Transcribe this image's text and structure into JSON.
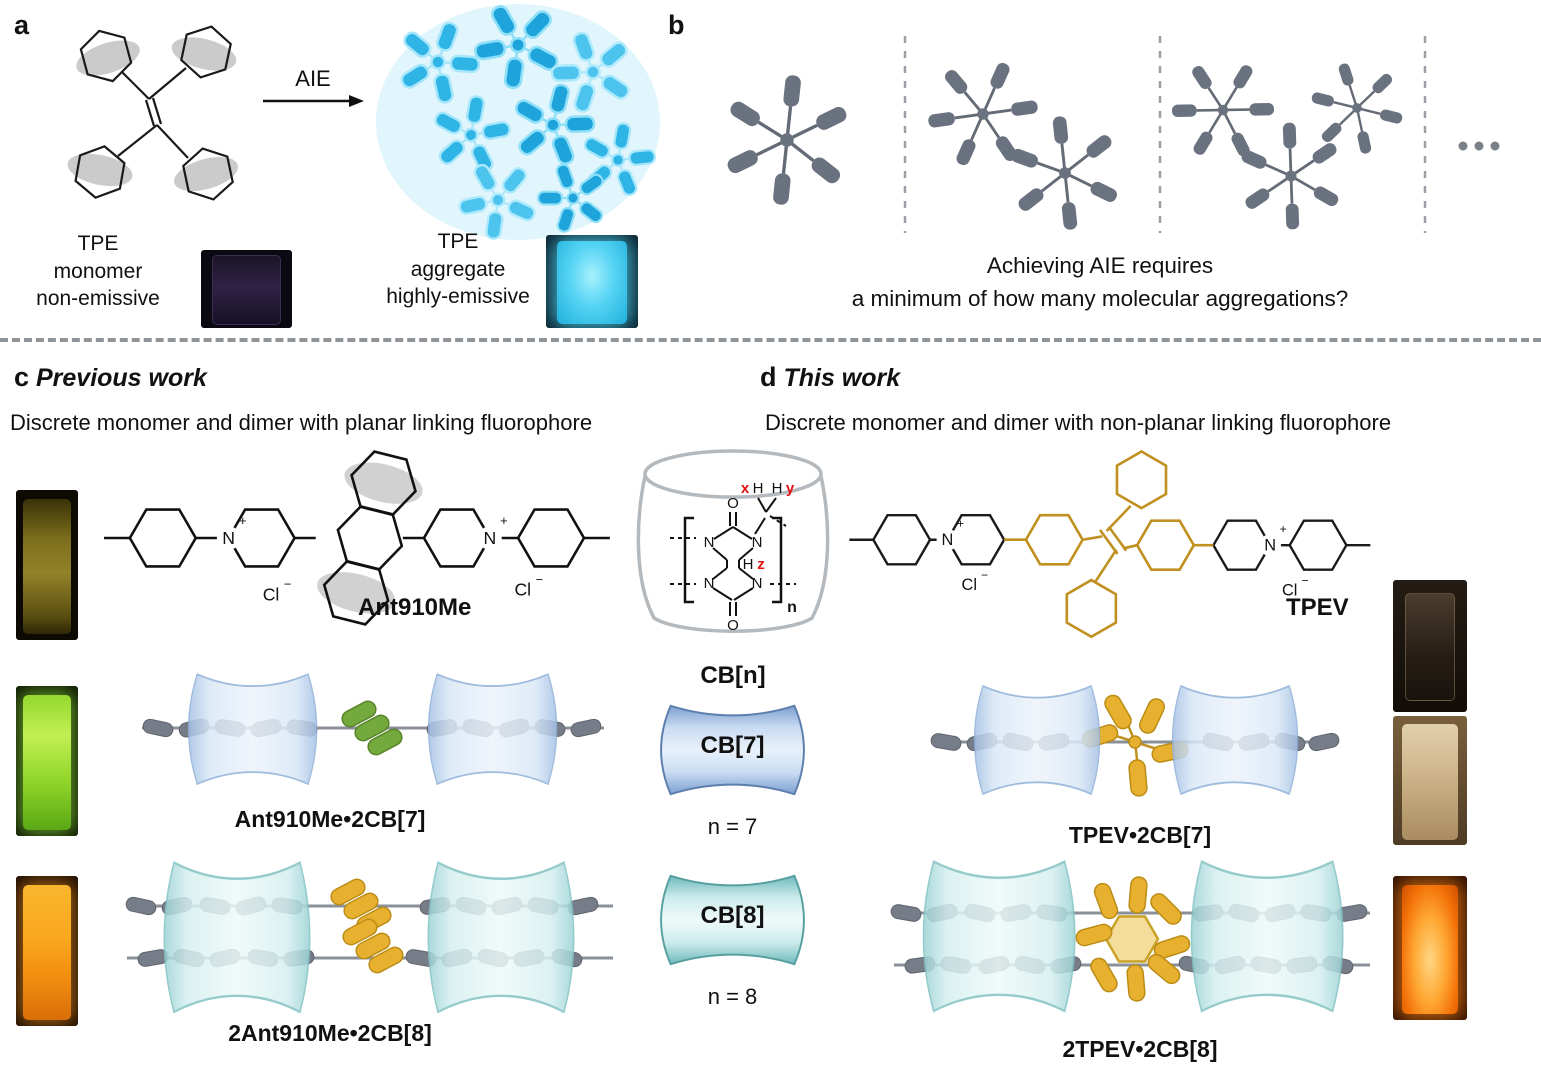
{
  "colors": {
    "aie_cyan": "#2fb4e6",
    "cb7_blue": "#7e9fd0",
    "cb8_teal": "#6fb9bd",
    "anthracene_green": "#74a93e",
    "tpe_gold": "#e3aa28",
    "molecule_gray": "#6a7280"
  },
  "panel_a": {
    "label": "a",
    "arrow_label": "AIE",
    "monomer_caption": "TPE\nmonomer\nnon-emissive",
    "aggregate_caption": "TPE\naggregate\nhighly-emissive"
  },
  "panel_b": {
    "label": "b",
    "question": "Achieving AIE requires\na minimum of how many molecular aggregations?"
  },
  "panel_c": {
    "label": "c",
    "title": "Previous work",
    "subtitle": "Discrete monomer and dimer with planar linking fluorophore",
    "molecule_label": "Ant910Me",
    "complex1_label": "Ant910Me•2CB[7]",
    "complex2_label": "2Ant910Me•2CB[8]"
  },
  "cb_column": {
    "cbn_label": "CB[n]",
    "cb7_label": "CB[7]",
    "cb7_n": "n = 7",
    "cb8_label": "CB[8]",
    "cb8_n": "n = 8"
  },
  "panel_d": {
    "label": "d",
    "title": "This work",
    "subtitle": "Discrete monomer and dimer with non-planar linking fluorophore",
    "molecule_label": "TPEV",
    "complex1_label": "TPEV•2CB[7]",
    "complex2_label": "2TPEV•2CB[8]"
  },
  "atoms": {
    "N": "N",
    "plus": "+",
    "Cl": "Cl",
    "minus": "−",
    "O": "O",
    "H": "H",
    "x": "x",
    "y": "y",
    "z": "z",
    "n": "n"
  }
}
